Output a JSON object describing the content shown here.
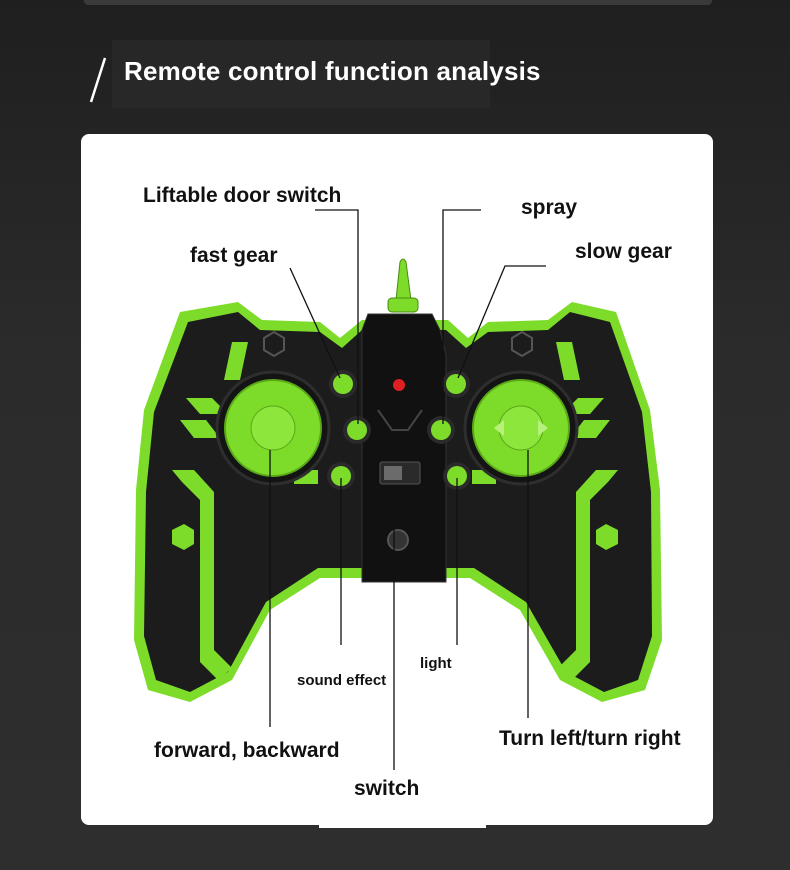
{
  "header": {
    "title": "Remote control function analysis"
  },
  "labels": {
    "liftable_door_switch": "Liftable door switch",
    "spray": "spray",
    "fast_gear": "fast gear",
    "slow_gear": "slow gear",
    "sound_effect": "sound effect",
    "light": "light",
    "forward_backward": "forward, backward",
    "turn_left_right": "Turn left/turn right",
    "switch": "switch"
  },
  "colors": {
    "accent_green": "#7ddc2a",
    "controller_body": "#1c1c1c",
    "page_background": "#2a2a2a",
    "card_background": "#ffffff"
  }
}
